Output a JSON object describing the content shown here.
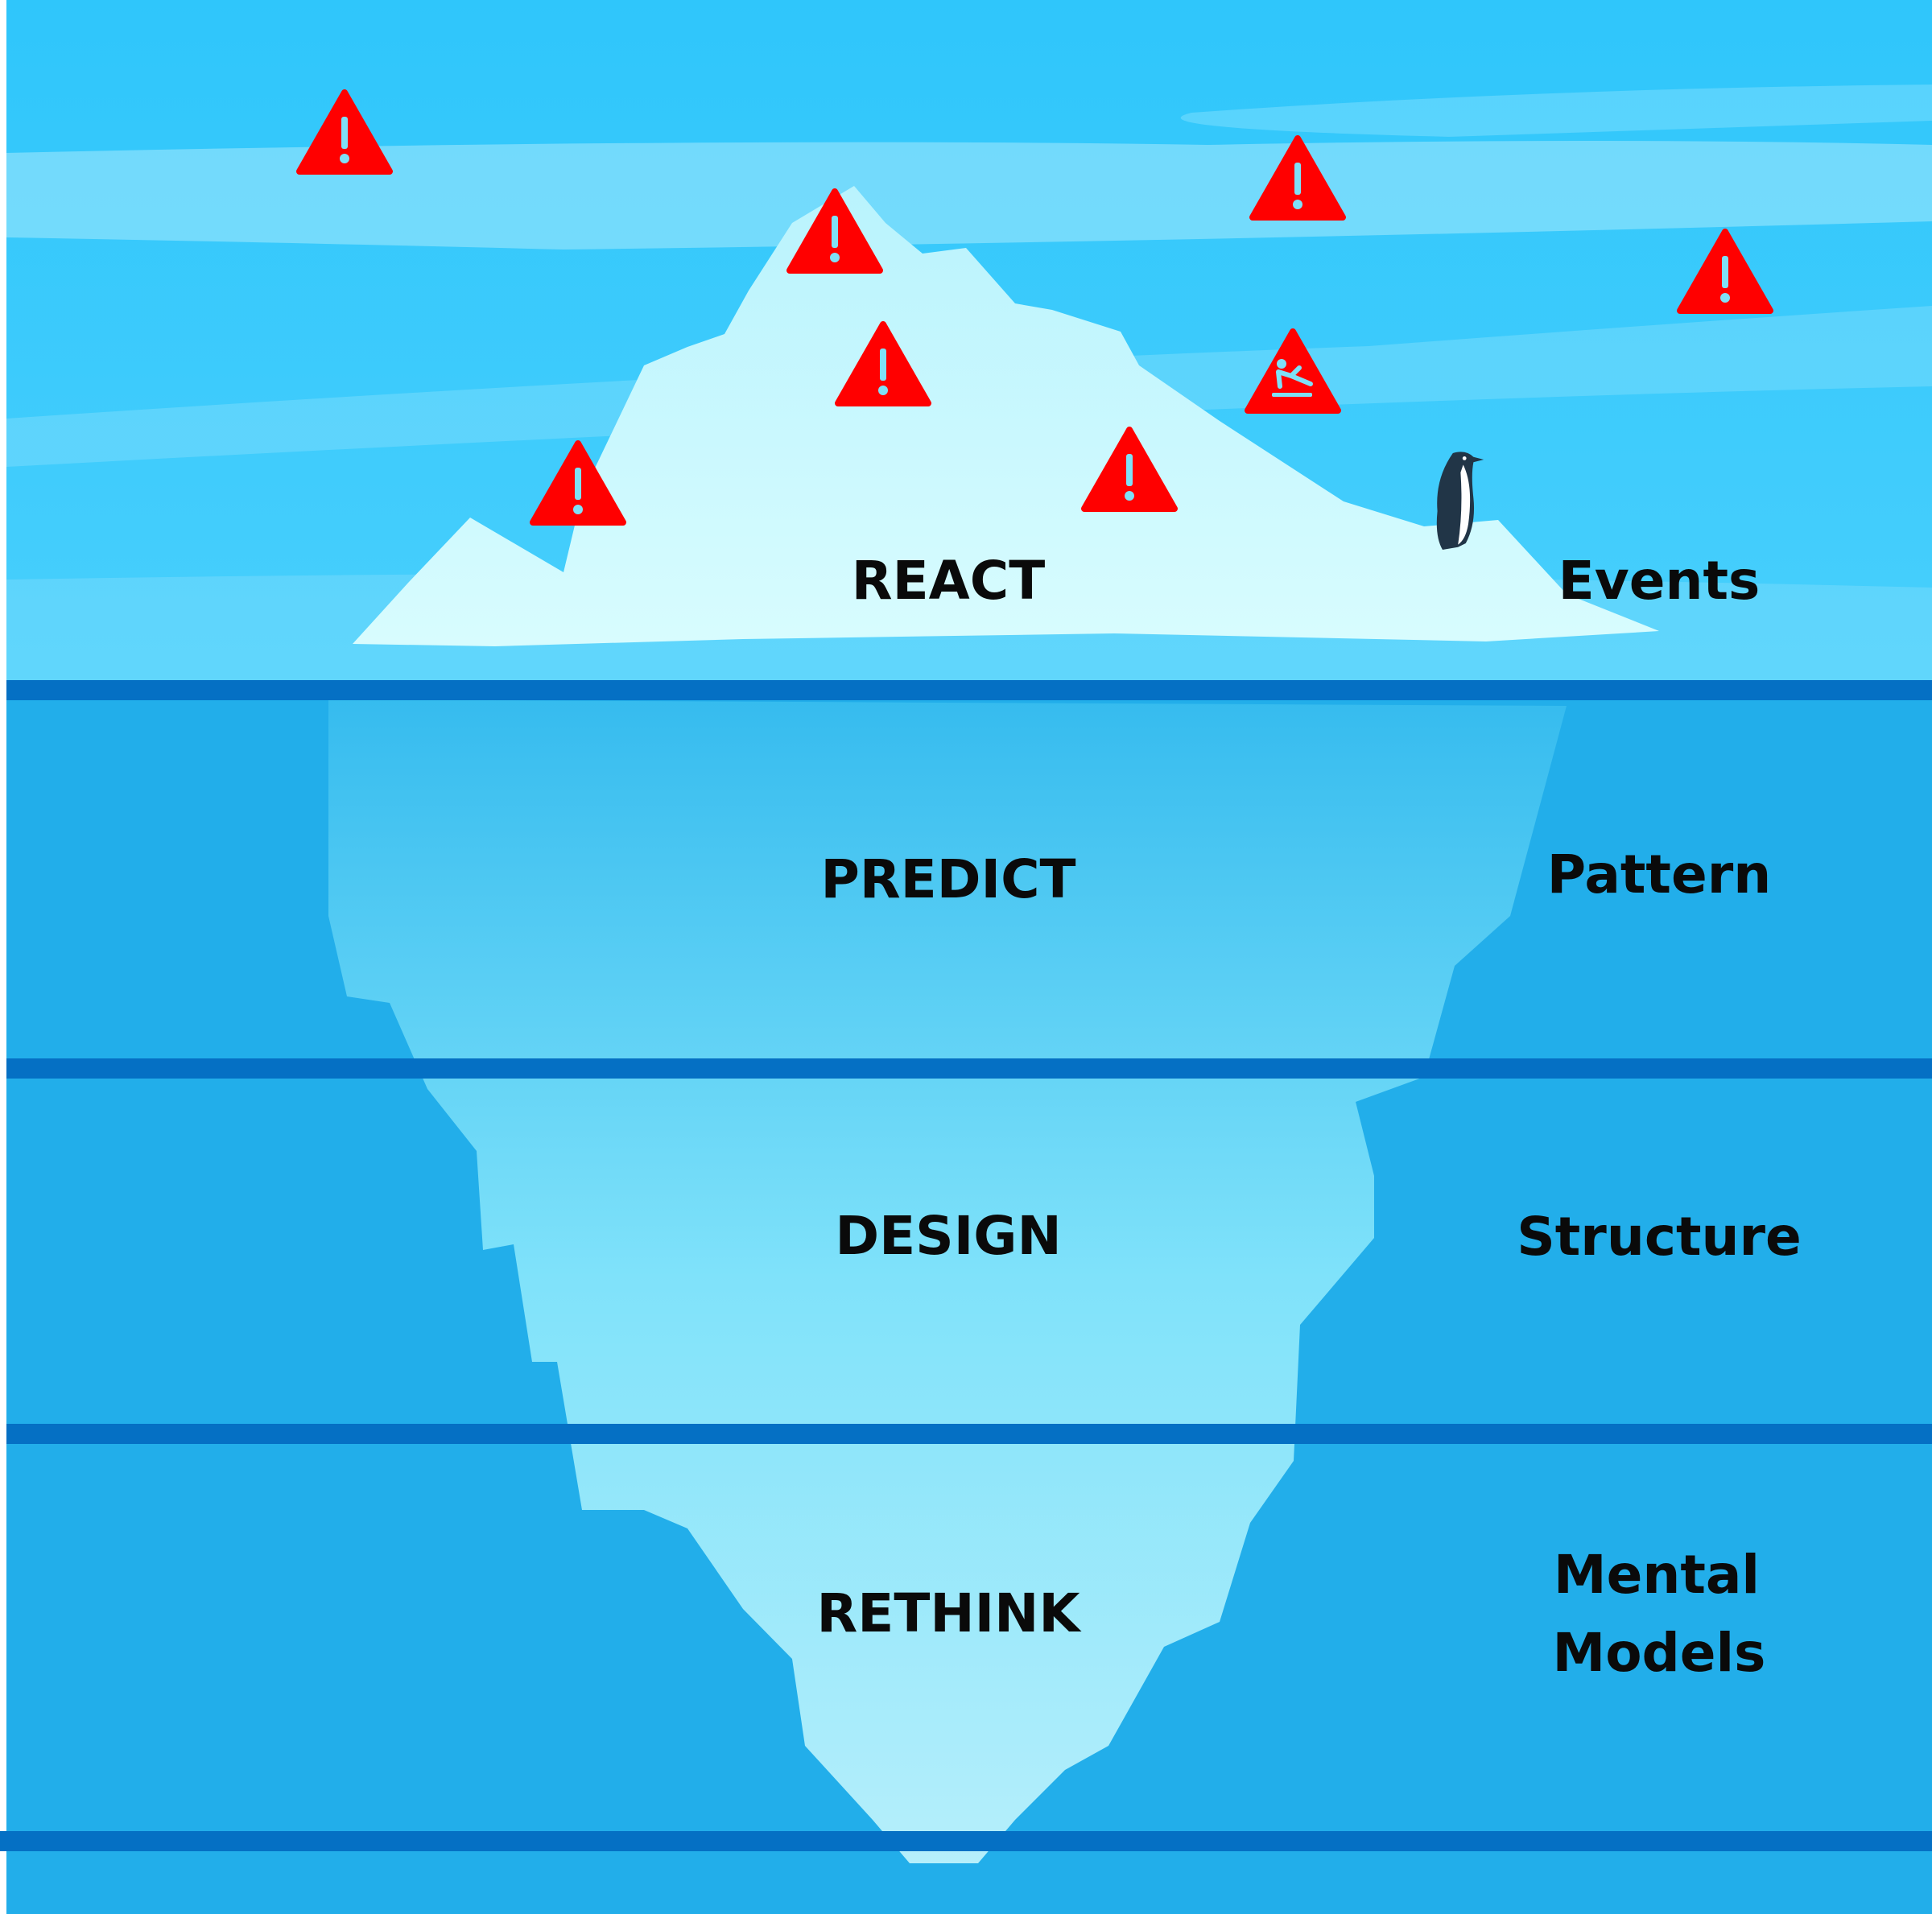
{
  "colors": {
    "sky_top": "#2fc6fb",
    "sky_light": "#8fe2fd",
    "water": "#22aeea",
    "divider": "#0570c4",
    "ice": "#d4fafe",
    "ice_shadow": "#7fe3fb",
    "warning": "#ff0000",
    "warning_glyph": "#7fe0f7",
    "penguin": "#213547"
  },
  "levels": [
    {
      "name": "REACT",
      "layer": "Events"
    },
    {
      "name": "PREDICT",
      "layer": "Pattern"
    },
    {
      "name": "DESIGN",
      "layer": "Structure"
    },
    {
      "name": "RETHINK",
      "layer_line1": "Mental",
      "layer_line2": "Models"
    }
  ],
  "icons": [
    "warning-icon",
    "warning-icon",
    "warning-icon",
    "warning-icon",
    "warning-icon",
    "slippery-surface-warning-icon",
    "warning-icon",
    "warning-icon"
  ],
  "decor": [
    "penguin"
  ]
}
